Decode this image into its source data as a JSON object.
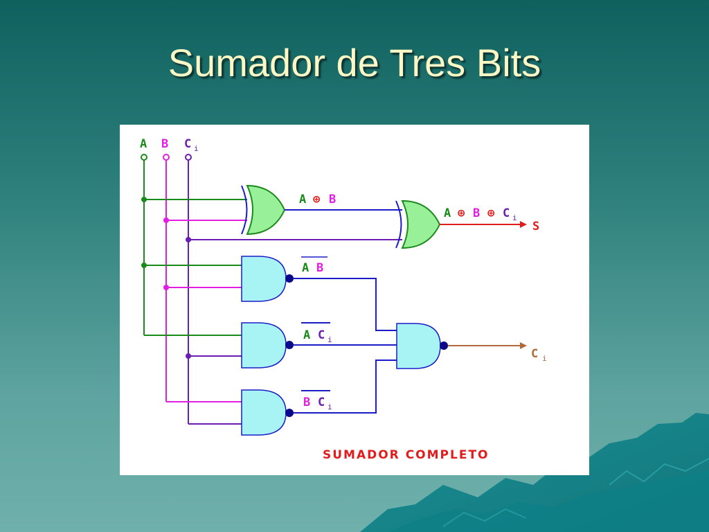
{
  "slide": {
    "title": "Sumador de Tres Bits"
  },
  "diagram": {
    "inputs": [
      {
        "name": "A",
        "sub": "",
        "color": "#1a8a1a"
      },
      {
        "name": "B",
        "sub": "",
        "color": "#e21ee2"
      },
      {
        "name": "C",
        "sub": "i",
        "color": "#6b1fb0"
      }
    ],
    "labels": {
      "xor1_a": "A",
      "xor1_op": "⊕",
      "xor1_b": "B",
      "xor2_a": "A",
      "xor2_op1": "⊕",
      "xor2_b": "B",
      "xor2_op2": "⊕",
      "xor2_c": "C",
      "xor2_c_sub": "i",
      "sum_out": "S",
      "and1_a": "A",
      "and1_b": "B",
      "and2_a": "A",
      "and2_c": "C",
      "and2_c_sub": "i",
      "and3_b": "B",
      "and3_c": "C",
      "and3_c_sub": "i",
      "carry_out": "C",
      "carry_out_sub": "i",
      "caption": "SUMADOR COMPLETO"
    },
    "colors": {
      "wire_a": "#1a8a1a",
      "wire_b": "#e21ee2",
      "wire_c": "#6b1fb0",
      "wire_internal": "#1b1bc8",
      "wire_sum": "#e01c1c",
      "wire_carry": "#b06a3a",
      "xor_fill": "#98f098",
      "and_fill": "#a8f4f4",
      "caption": "#e01c1c"
    }
  }
}
